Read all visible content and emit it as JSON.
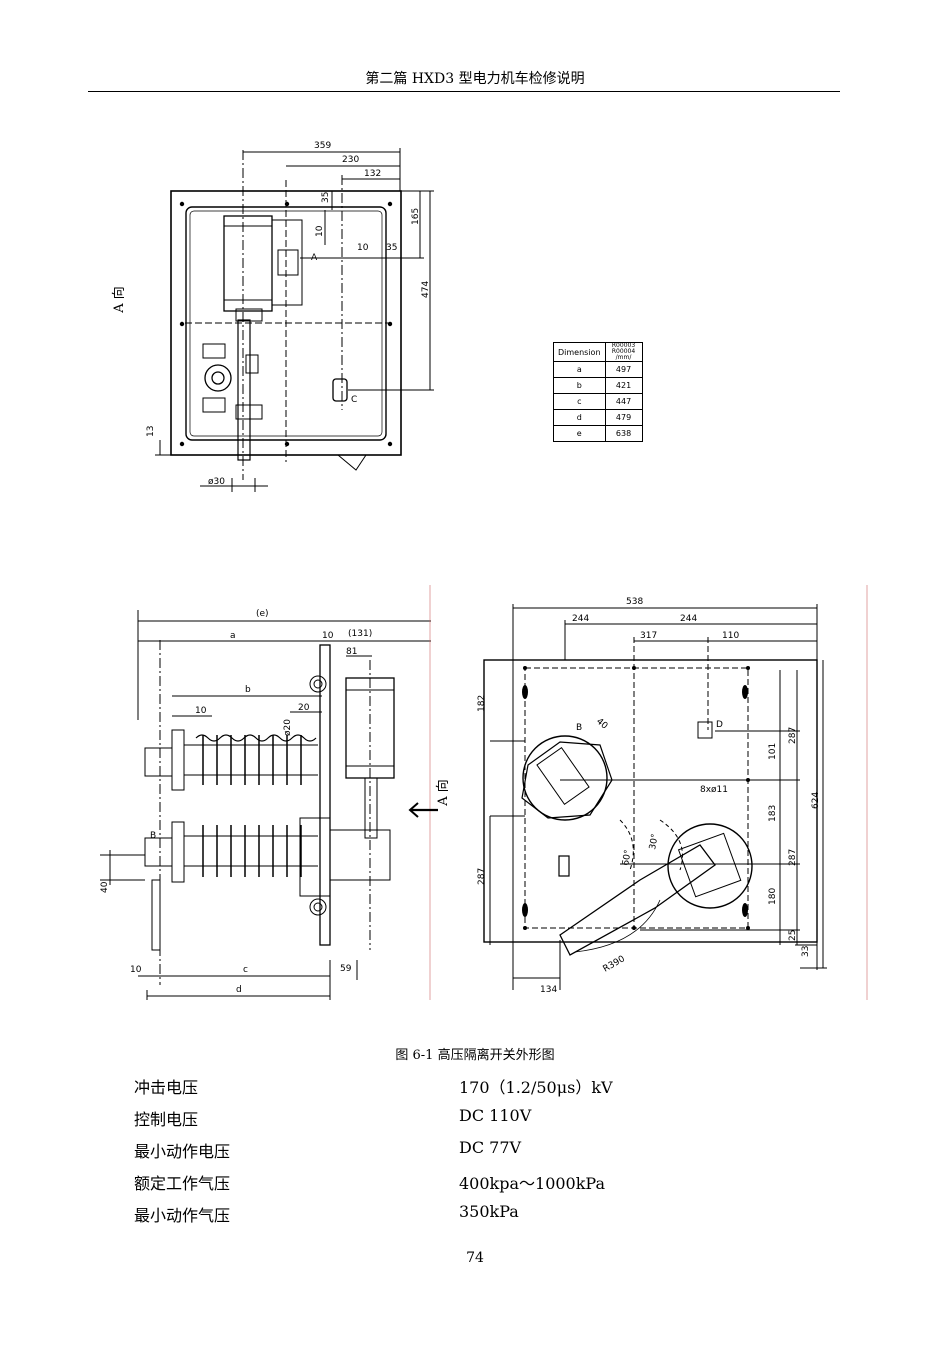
{
  "header": {
    "title": "第二篇  HXD3 型电力机车检修说明"
  },
  "figure": {
    "caption": "图 6-1  高压隔离开关外形图",
    "view_label_left": "A 向",
    "view_label_mid": "A 向",
    "top_view": {
      "dims": {
        "d359": "359",
        "d230": "230",
        "d132": "132",
        "d35a": "35",
        "d165": "165",
        "d10a": "10",
        "d10b": "10",
        "d35b": "35",
        "d474": "474",
        "d13": "13",
        "d30": "ø30",
        "lblA": "A",
        "lblC": "C"
      }
    },
    "dim_table": {
      "header": [
        "Dimension",
        "R00003 R00004 /mm/"
      ],
      "rows": [
        [
          "a",
          "497"
        ],
        [
          "b",
          "421"
        ],
        [
          "c",
          "447"
        ],
        [
          "d",
          "479"
        ],
        [
          "e",
          "638"
        ]
      ]
    },
    "side_view": {
      "dims": {
        "e": "(e)",
        "a": "a",
        "d10a": "10",
        "d131": "(131)",
        "d81": "81",
        "b": "b",
        "d10b": "10",
        "d20": "20",
        "d020": "ø20",
        "d40": "40",
        "d10c": "10",
        "c": "c",
        "d59": "59",
        "d": "d",
        "lblB": "B"
      }
    },
    "front_view": {
      "dims": {
        "d538": "538",
        "d244a": "244",
        "d244b": "244",
        "d317": "317",
        "d110": "110",
        "d182": "182",
        "d287a": "287",
        "d101": "101",
        "d624": "624",
        "d183": "183",
        "d287b": "287",
        "d180": "180",
        "d25": "25",
        "d33": "33",
        "d134": "134",
        "dR390": "R390",
        "d8x11": "8xø11",
        "a60": "60°",
        "a30": "30°",
        "d40": "40",
        "lblB": "B",
        "lblD": "D"
      }
    }
  },
  "specs": [
    {
      "label": "冲击电压",
      "value": "170（1.2/50μs）kV"
    },
    {
      "label": "控制电压",
      "value": "DC 110V"
    },
    {
      "label": "最小动作电压",
      "value": "DC 77V"
    },
    {
      "label": "额定工作气压",
      "value": "400kpa～1000kPa"
    },
    {
      "label": "最小动作气压",
      "value": "350kPa"
    }
  ],
  "page_number": "74"
}
